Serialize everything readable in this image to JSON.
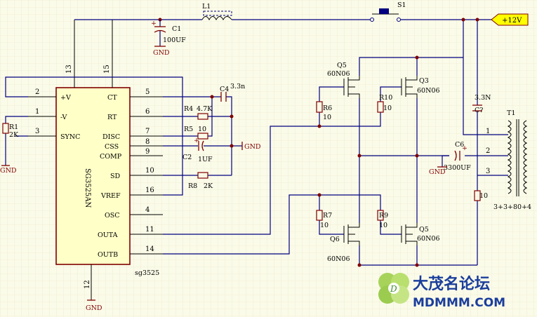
{
  "ic": {
    "part": "SG3525AN",
    "ref": "sg3525",
    "pins_left": [
      {
        "num": "2",
        "name": "+V"
      },
      {
        "num": "1",
        "name": "-V"
      },
      {
        "num": "3",
        "name": "SYNC"
      }
    ],
    "pins_right": [
      {
        "num": "5",
        "name": "CT"
      },
      {
        "num": "6",
        "name": "RT"
      },
      {
        "num": "7",
        "name": "DISC"
      },
      {
        "num": "8",
        "name": "CSS"
      },
      {
        "num": "9",
        "name": "COMP"
      },
      {
        "num": "10",
        "name": "SD"
      },
      {
        "num": "16",
        "name": "VREF"
      },
      {
        "num": "4",
        "name": "OSC"
      },
      {
        "num": "11",
        "name": "OUTA"
      },
      {
        "num": "14",
        "name": "OUTB"
      }
    ],
    "pins_top": [
      "13",
      "15"
    ],
    "pin_bottom": "12"
  },
  "components": {
    "L1": "L1",
    "S1": "S1",
    "C1": "C1",
    "C1_val": "100UF",
    "C4": "C4",
    "C4_val": "3.3n",
    "R4": "R4",
    "R4_val": "4.7K",
    "R5": "R5",
    "R5_val": "10",
    "C2": "C2",
    "C2_val": "1UF",
    "R8": "R8",
    "R8_val": "2K",
    "R1": "R1",
    "R1_val": "2K",
    "Q5": "Q5",
    "Q5_val": "60N06",
    "Q3": "Q3",
    "Q3_val": "60N06",
    "Q6": "Q6",
    "Q6_val": "60N06",
    "Q5b": "Q5",
    "Q5b_val": "60N06",
    "R6": "R6",
    "R6_val": "10",
    "R10": "R10",
    "R10_val": "10",
    "R7": "R7",
    "R7_val": "10",
    "R9": "R9",
    "R9_val": "10",
    "Cq": "C?",
    "Cq_val": "3.3N",
    "C6": "C6",
    "C6_val": "3300UF",
    "R_snub_val": "10",
    "T1": "T1",
    "T1_pins": [
      "1",
      "2",
      "3"
    ],
    "T1_ratio": "3+3+80+4",
    "power": "+12V",
    "gnd": "GND",
    "plus": "+"
  },
  "watermark": {
    "title": "大茂名论坛",
    "url": "MDMMM.COM",
    "logo_letter": "D"
  }
}
